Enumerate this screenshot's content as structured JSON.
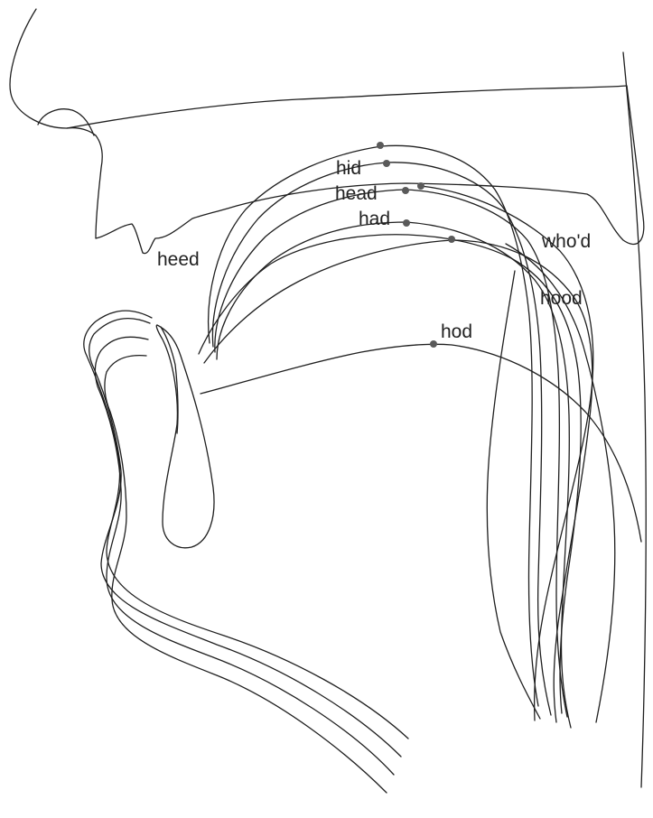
{
  "labels": {
    "heed": "heed",
    "hid": "hid",
    "head": "head",
    "had": "had",
    "whod": "who'd",
    "hood": "hood",
    "hod": "hod"
  },
  "colors": {
    "line": "#1f1f1f",
    "marker": "#5a5a5a",
    "background": "#ffffff"
  }
}
